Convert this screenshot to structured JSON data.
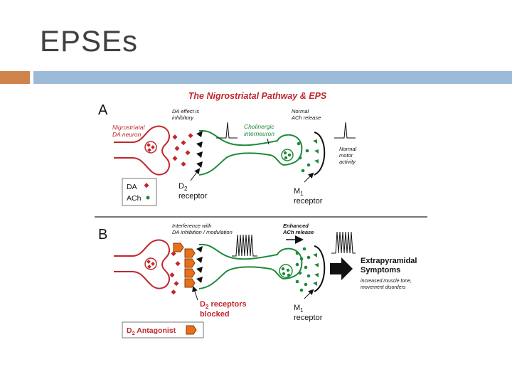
{
  "slide": {
    "title": "EPSEs"
  },
  "figure": {
    "title": "The Nigrostriatal Pathway & EPS",
    "panel_a": {
      "letter": "A",
      "da_neuron": [
        "Nigrostriatal",
        "DA neuron"
      ],
      "da_effect": [
        "DA effect is",
        "inhibitory"
      ],
      "cholinergic": [
        "Cholinergic",
        "interneuron"
      ],
      "normal_ach": [
        "Normal",
        "ACh release"
      ],
      "normal_motor": [
        "Normal",
        "motor",
        "activity"
      ],
      "d2_receptor": [
        "D",
        "2",
        "receptor"
      ],
      "m1_receptor": [
        "M",
        "1",
        "receptor"
      ],
      "legend": {
        "da": "DA",
        "ach": "ACh"
      }
    },
    "panel_b": {
      "letter": "B",
      "interference": [
        "Interference with",
        "DA inhibition / modulation"
      ],
      "enhanced": [
        "Enhanced",
        "ACh release"
      ],
      "eps_title": [
        "Extrapyramidal",
        "Symptoms"
      ],
      "eps_sub": [
        "increased muscle tone,",
        "movement disorders"
      ],
      "d2_blocked": [
        "D",
        "2",
        " receptors",
        "blocked"
      ],
      "m1_receptor": [
        "M",
        "1",
        "receptor"
      ],
      "antagonist": [
        "D",
        "2",
        " Antagonist"
      ]
    },
    "colors": {
      "red": "#c0272d",
      "green": "#1e8a3a",
      "orange": "#e8701a",
      "black": "#111111"
    }
  }
}
